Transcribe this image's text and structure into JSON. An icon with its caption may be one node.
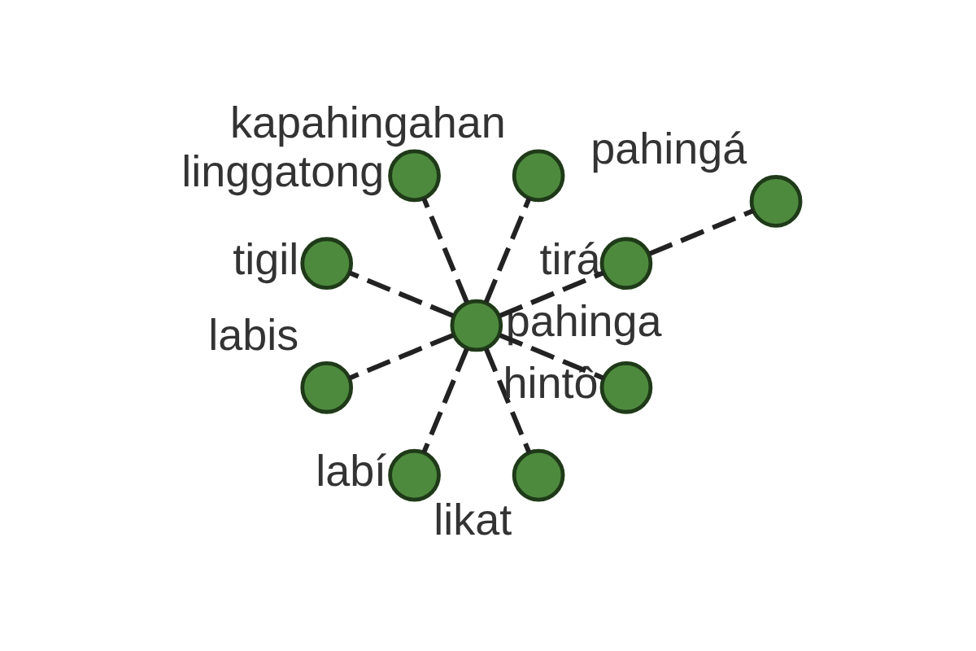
{
  "diagram": {
    "nodes": [
      {
        "text": [
          "pahingá"
        ]
      },
      {
        "text": [
          "tirá"
        ]
      },
      {
        "text": [
          "kapahingahan"
        ]
      },
      {
        "text": [
          "linggatong"
        ]
      },
      {
        "text": [
          "tigil"
        ]
      },
      {
        "text": [
          "labis"
        ]
      },
      {
        "text": [
          "pahinga"
        ]
      },
      {
        "text": [
          "labí"
        ]
      },
      {
        "text": [
          "likat"
        ]
      },
      {
        "text": [
          "hintô"
        ]
      }
    ],
    "edges": [
      {
        "from": 6,
        "to": 2,
        "arrow": "none",
        "style": "dashed"
      },
      {
        "from": 6,
        "to": 3,
        "arrow": "none",
        "style": "dashed"
      },
      {
        "from": 6,
        "to": 1,
        "arrow": "none",
        "style": "dashed"
      },
      {
        "from": 6,
        "to": 4,
        "arrow": "none",
        "style": "dashed"
      },
      {
        "from": 6,
        "to": 5,
        "arrow": "none",
        "style": "dashed"
      },
      {
        "from": 6,
        "to": 7,
        "arrow": "none",
        "style": "dashed"
      },
      {
        "from": 6,
        "to": 8,
        "arrow": "none",
        "style": "dashed"
      },
      {
        "from": 6,
        "to": 9,
        "arrow": "none",
        "style": "dashed"
      },
      {
        "from": 1,
        "to": 0,
        "arrow": "none",
        "style": "dashed"
      }
    ]
  }
}
